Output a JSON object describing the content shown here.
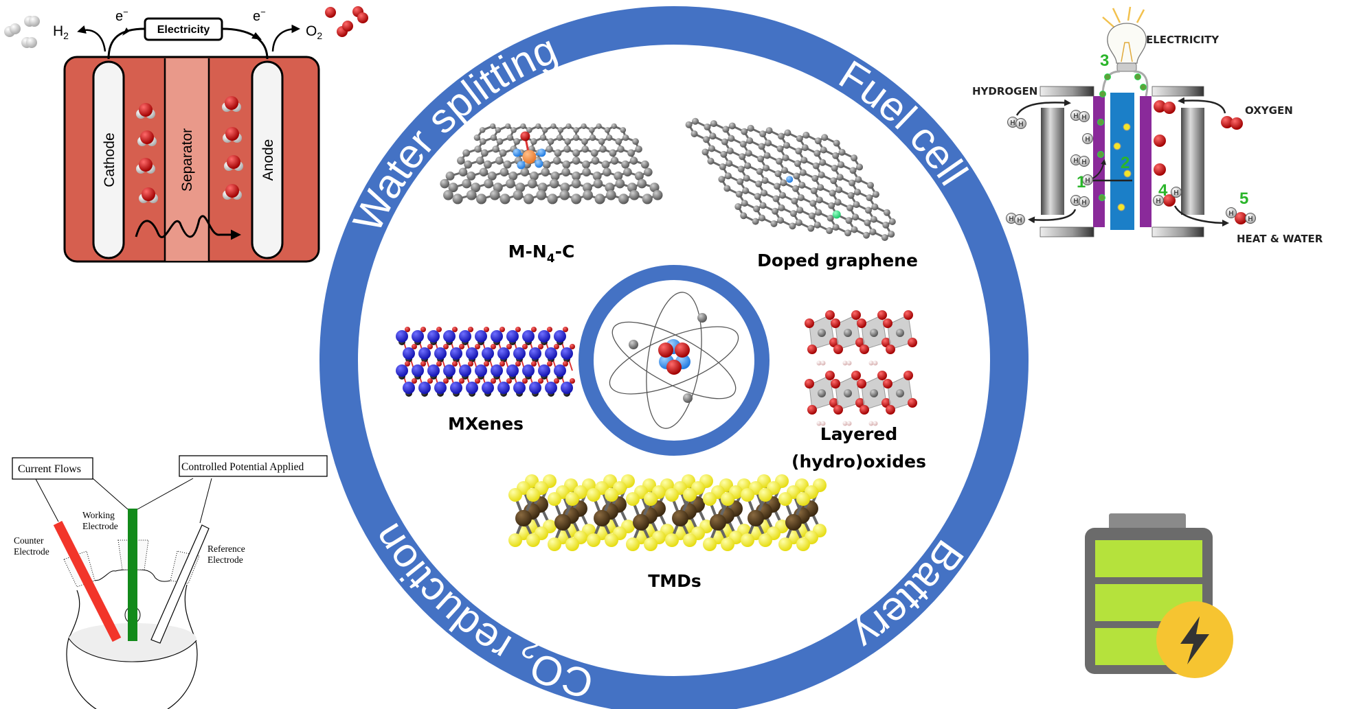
{
  "ring_labels": {
    "water_splitting": "Water splitting",
    "fuel_cell": "Fuel cell",
    "battery": "Battery",
    "co2_prefix": "CO",
    "co2_sub": "2",
    "co2_suffix": " reduction"
  },
  "materials": {
    "m_n4_c": {
      "main": "M-N",
      "sub": "4",
      "end": "-C"
    },
    "doped_graphene": "Doped graphene",
    "mxenes": "MXenes",
    "layered": [
      "Layered",
      "(hydro)oxides"
    ],
    "tmds": "TMDs"
  },
  "water_splitting_diagram": {
    "electricity": "Electricity",
    "electron": "e",
    "electron_sup": "−",
    "h2": "H",
    "h2_sub": "2",
    "o2": "O",
    "o2_sub": "2",
    "cathode": "Cathode",
    "separator": "Separator",
    "anode": "Anode"
  },
  "fuel_cell_diagram": {
    "electricity": "ELECTRICITY",
    "hydrogen": "HYDROGEN",
    "oxygen": "OXYGEN",
    "heat_water": "HEAT & WATER",
    "steps": [
      "1",
      "2",
      "3",
      "4",
      "5"
    ],
    "atom_h": "H"
  },
  "electrochem_cell": {
    "current_flows": "Current Flows",
    "controlled_potential": "Controlled Potential Applied",
    "working": [
      "Working",
      "Electrode"
    ],
    "counter": [
      "Counter",
      "Electrode"
    ],
    "reference": [
      "Reference",
      "Electrode"
    ]
  },
  "colors": {
    "ring": "#4472C4",
    "cell_red": "#D65F4F",
    "separator": "#E9998A",
    "battery_body": "#6B6B6B",
    "battery_cell": "#B5E23C",
    "bolt_badge": "#F6C431"
  }
}
